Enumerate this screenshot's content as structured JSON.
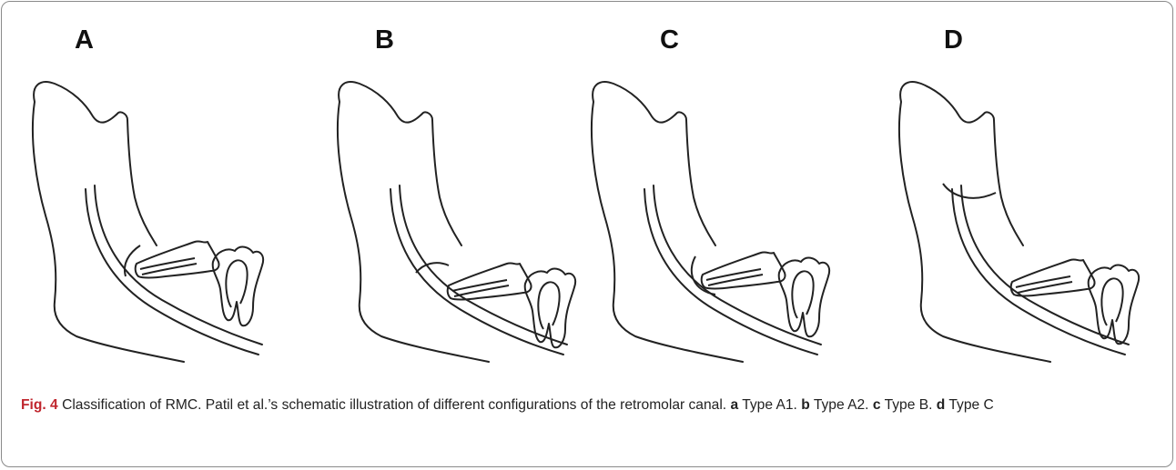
{
  "panels": [
    {
      "label": "A",
      "type": "A1"
    },
    {
      "label": "B",
      "type": "A2"
    },
    {
      "label": "C",
      "type": "B"
    },
    {
      "label": "D",
      "type": "C"
    }
  ],
  "caption": {
    "fig_label": "Fig. 4",
    "text": " Classification of RMC. Patil et al.’s schematic illustration of different configurations of the retromolar canal. ",
    "a_letter": "a",
    "a_text": " Type A1. ",
    "b_letter": "b",
    "b_text": " Type A2. ",
    "c_letter": "c",
    "c_text": " Type B. ",
    "d_letter": "d",
    "d_text": " Type C"
  },
  "colors": {
    "line": "#222222",
    "fig_label": "#c0262e",
    "border": "#8a8a8a"
  }
}
